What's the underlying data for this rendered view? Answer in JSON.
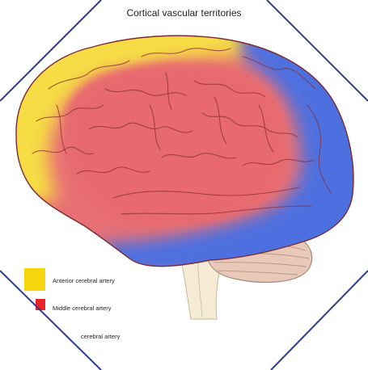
{
  "figure": {
    "title": "Cortical vascular territories"
  },
  "legend": [
    {
      "label": "Anterior cerebral artery",
      "color": "#f5d60c"
    },
    {
      "label": "Middle cerebral artery",
      "color": "#e8242a"
    },
    {
      "label": "cerebral artery",
      "color": "#3a5fd8"
    }
  ],
  "colors": {
    "frame": "#2b3f88",
    "anterior_territory": "#f6dc45",
    "middle_territory": "#e86a6e",
    "posterior_territory": "#4e70e0",
    "cerebellum": "#e8c8b8",
    "brainstem": "#f6ecd6"
  }
}
